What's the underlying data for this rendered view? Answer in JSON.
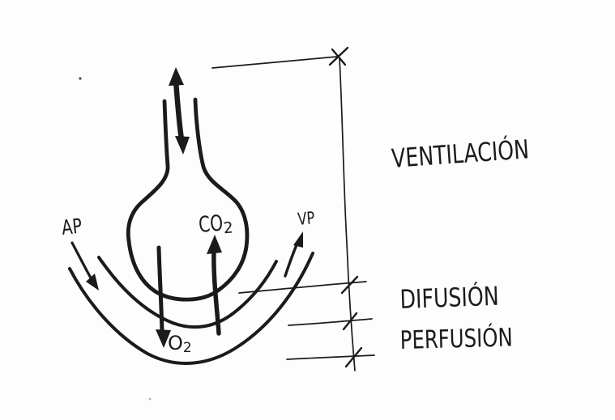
{
  "labels": {
    "ventilation": "VENTILACIÓN",
    "diffusion": "DIFUSIÓN",
    "perfusion": "PERFUSIÓN",
    "artery": "AP",
    "vein": "VP",
    "co2": {
      "main": "CO",
      "sub": "2"
    },
    "o2": {
      "main": "O",
      "sub": "2"
    }
  },
  "colors": {
    "ink": "#1b1b1b",
    "background": "#fdfdfd"
  }
}
